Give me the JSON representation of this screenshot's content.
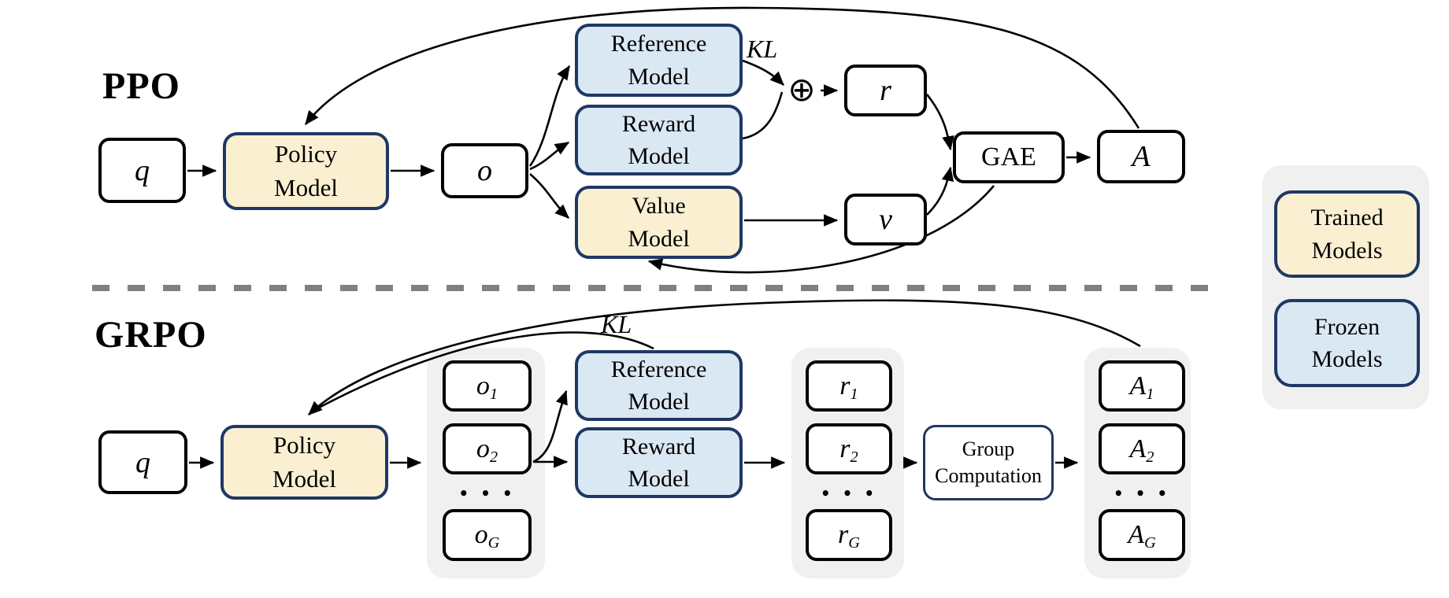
{
  "ppo": {
    "label": "PPO",
    "q_label": "q",
    "policy_model": {
      "line1": "Policy",
      "line2": "Model"
    },
    "o_label": "o",
    "reference_model": {
      "line1": "Reference",
      "line2": "Model"
    },
    "reward_model": {
      "line1": "Reward",
      "line2": "Model"
    },
    "value_model": {
      "line1": "Value",
      "line2": "Model"
    },
    "kl_label": "KL",
    "oplus_symbol": "⊕",
    "r_label": "r",
    "v_label": "v",
    "gae_label": "GAE",
    "advantage_label": "A"
  },
  "grpo": {
    "label": "GRPO",
    "q_label": "q",
    "policy_model": {
      "line1": "Policy",
      "line2": "Model"
    },
    "kl_label": "KL",
    "reference_model": {
      "line1": "Reference",
      "line2": "Model"
    },
    "reward_model": {
      "line1": "Reward",
      "line2": "Model"
    },
    "group_computation": {
      "line1": "Group",
      "line2": "Computation"
    },
    "outputs": [
      {
        "base": "o",
        "sub": "1"
      },
      {
        "base": "o",
        "sub": "2"
      },
      {
        "base": "o",
        "sub": "G"
      }
    ],
    "rewards": [
      {
        "base": "r",
        "sub": "1"
      },
      {
        "base": "r",
        "sub": "2"
      },
      {
        "base": "r",
        "sub": "G"
      }
    ],
    "advantages": [
      {
        "base": "A",
        "sub": "1"
      },
      {
        "base": "A",
        "sub": "2"
      },
      {
        "base": "A",
        "sub": "G"
      }
    ],
    "ellipsis": "• • •"
  },
  "legend": {
    "trained": {
      "line1": "Trained",
      "line2": "Models"
    },
    "frozen": {
      "line1": "Frozen",
      "line2": "Models"
    }
  },
  "colors": {
    "trained_fill": "#FAEFD1",
    "frozen_fill": "#DAE8F4",
    "model_border": "#1F3864",
    "box_border": "#000000",
    "panel_fill": "#F0F0F0",
    "divider_color": "#808080",
    "arrow_color": "#000000",
    "background": "#FFFFFF"
  }
}
